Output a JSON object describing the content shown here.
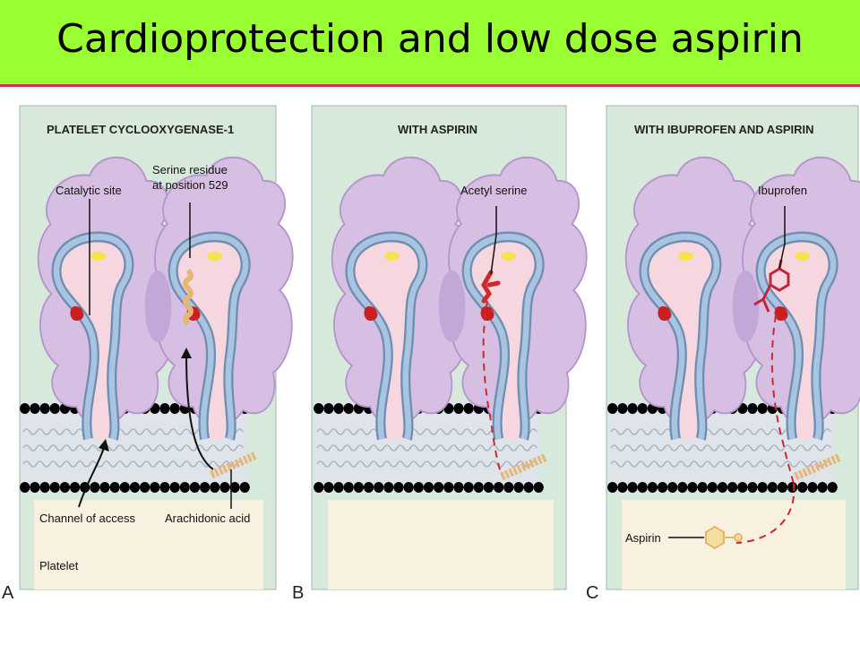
{
  "title": "Cardioprotection and low dose aspirin",
  "colors": {
    "title_bg": "#99ff33",
    "title_rule": "#cc3355",
    "panel_bg": "#d6e9db",
    "cell_bg": "#f8f1df",
    "enzyme": "#d7bfe3",
    "channel": "#93b6d6",
    "site": "#cc1f1f",
    "lipid_head": "#5577bb"
  },
  "panels": [
    {
      "letter": "A",
      "heading": "PLATELET CYCLOOXYGENASE-1",
      "labels": {
        "catalytic": "Catalytic site",
        "serine_1": "Serine residue",
        "serine_2": "at position 529",
        "channel": "Channel of access",
        "arachidonic": "Arachidonic acid",
        "platelet": "Platelet"
      }
    },
    {
      "letter": "B",
      "heading": "WITH ASPIRIN",
      "labels": {
        "acetyl": "Acetyl serine"
      }
    },
    {
      "letter": "C",
      "heading": "WITH IBUPROFEN AND ASPIRIN",
      "labels": {
        "ibuprofen": "Ibuprofen",
        "aspirin": "Aspirin"
      }
    }
  ]
}
